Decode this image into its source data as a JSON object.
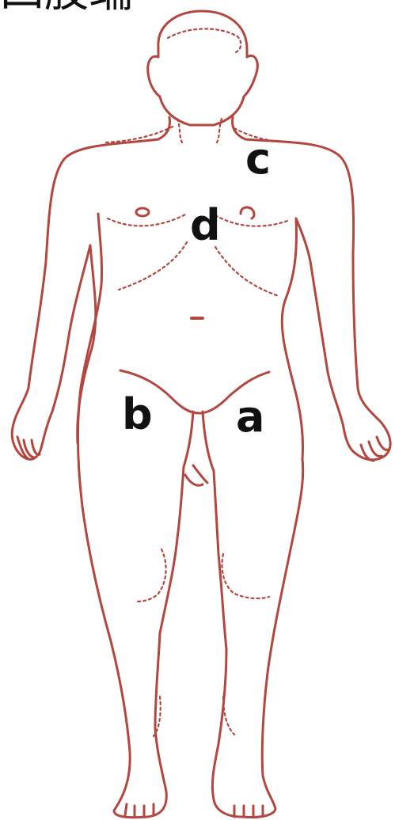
{
  "header_text": "四肢端",
  "colors": {
    "outline": "#b3473f",
    "label": "#111111",
    "background": "#ffffff"
  },
  "labels": {
    "a": "a",
    "b": "b",
    "c": "c",
    "d": "d"
  }
}
